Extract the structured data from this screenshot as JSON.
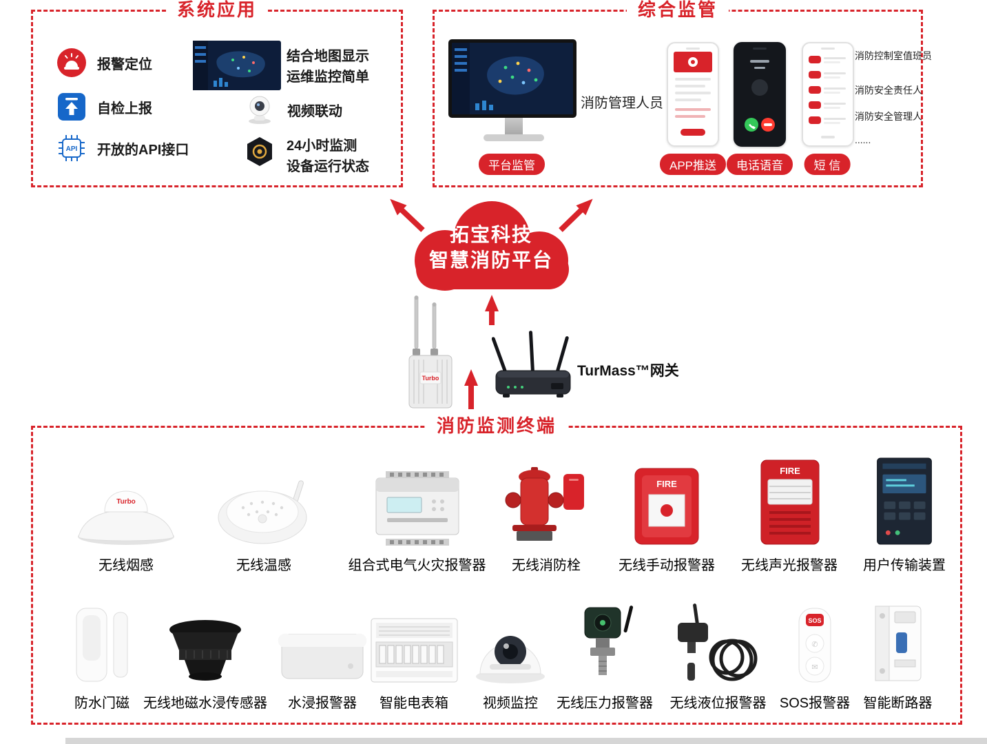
{
  "colors": {
    "accent": "#d8232a"
  },
  "system_box": {
    "title": "系统应用",
    "features_left": [
      "报警定位",
      "自检上报",
      "开放的API接口"
    ],
    "api_icon_text": "API",
    "map_caption": [
      "结合地图显示",
      "运维监控简单"
    ],
    "video_label": "视频联动",
    "monitor_caption": [
      "24小时监测",
      "设备运行状态"
    ]
  },
  "supervision_box": {
    "title": "综合监管",
    "platform_badge": "平台监管",
    "manager_label": "消防管理人员",
    "channel_badges": [
      "APP推送",
      "电话语音",
      "短 信"
    ],
    "roles": [
      "消防控制室值班员",
      "消防安全责任人",
      "消防安全管理人",
      "......"
    ]
  },
  "cloud": {
    "line1": "拓宝科技",
    "line2": "智慧消防平台"
  },
  "gateway": {
    "label": "TurMass™网关",
    "brand": "Turbo"
  },
  "terminal_box": {
    "title": "消防监测终端",
    "row1": [
      "无线烟感",
      "无线温感",
      "组合式电气火灾报警器",
      "无线消防栓",
      "无线手动报警器",
      "无线声光报警器",
      "用户传输装置"
    ],
    "row2": [
      "防水门磁",
      "无线地磁水浸传感器",
      "水浸报警器",
      "智能电表箱",
      "视频监控",
      "无线压力报警器",
      "无线液位报警器",
      "SOS报警器",
      "智能断路器"
    ]
  },
  "device_text": {
    "smoke_brand": "Turbo",
    "fire_text": "FIRE",
    "sos_text": "SOS"
  }
}
